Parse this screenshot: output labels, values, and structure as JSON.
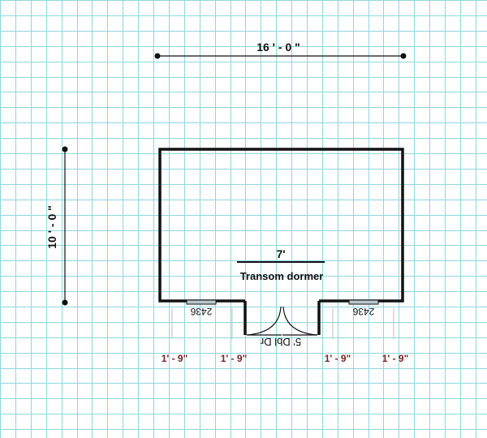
{
  "overall_width": "16 ' - 0 \"",
  "overall_depth": "10 ' - 0 \"",
  "dormer": {
    "width": "7'",
    "label": "Transom dormer"
  },
  "windows": [
    {
      "code": "2436"
    },
    {
      "code": "2436"
    }
  ],
  "door": {
    "label": "5' Dbl Dr"
  },
  "segments": [
    {
      "label": "1' - 9\""
    },
    {
      "label": "1' - 9\""
    },
    {
      "label": "1' - 9\""
    },
    {
      "label": "1' - 9\""
    }
  ],
  "colors": {
    "grid_line": "#8fd6df",
    "wall": "#111111",
    "segment_text": "#7a1f1f",
    "window_fill": "#b9c7cc"
  }
}
